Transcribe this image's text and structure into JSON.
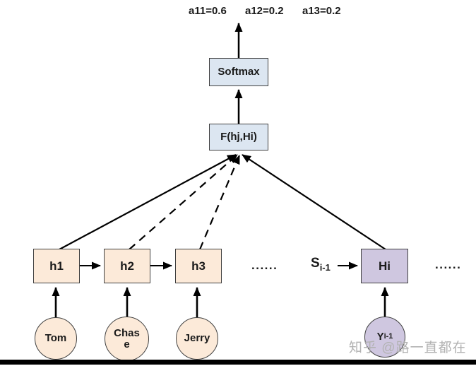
{
  "diagram": {
    "attention_weights": [
      {
        "label": "a11=0.6"
      },
      {
        "label": "a12=0.2"
      },
      {
        "label": "a13=0.2"
      }
    ],
    "softmax": {
      "label": "Softmax"
    },
    "score_function": {
      "label": "F(hj,Hi)"
    },
    "encoder_states": [
      {
        "label": "h1"
      },
      {
        "label": "h2"
      },
      {
        "label": "h3"
      }
    ],
    "ellipsis_left": "......",
    "ellipsis_right": "......",
    "prev_decoder_state": {
      "base": "S",
      "sub": "i-1"
    },
    "decoder_state": {
      "label": "Hi"
    },
    "inputs": [
      {
        "label": "Tom"
      },
      {
        "label": "Chas\ne"
      },
      {
        "label": "Jerry"
      }
    ],
    "prev_output": {
      "base": "Y",
      "sub": "i-1"
    },
    "watermark": "知乎 @路一直都在",
    "colors": {
      "box_blue": "#dce6f1",
      "box_peach": "#fcead9",
      "box_purple": "#cfc7e0",
      "border": "#404040",
      "line": "#000000",
      "watermark": "#b2b2b2"
    }
  }
}
